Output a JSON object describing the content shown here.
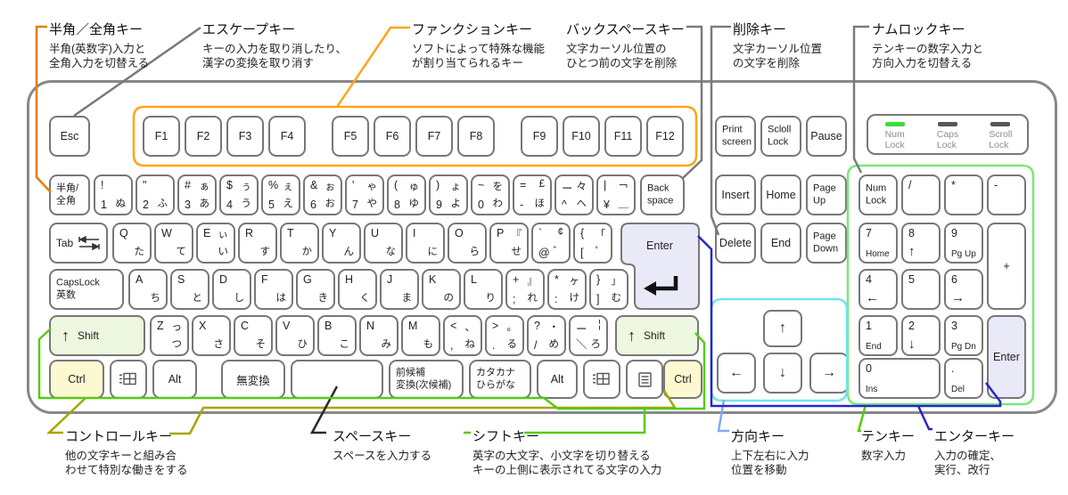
{
  "annotations": [
    {
      "id": "hankaku",
      "title": "半角／全角キー",
      "desc": [
        "半角(英数字)入力と",
        "全角入力を切替える"
      ],
      "color": "#e87d00"
    },
    {
      "id": "escape",
      "title": "エスケープキー",
      "desc": [
        "キーの入力を取り消したり、",
        "漢字の変換を取り消す"
      ],
      "color": "#7a7a7a"
    },
    {
      "id": "function",
      "title": "ファンクションキー",
      "desc": [
        "ソフトによって特殊な機能",
        "が割り当てられるキー"
      ],
      "color": "#ffa516"
    },
    {
      "id": "backspace",
      "title": "バックスペースキー",
      "desc": [
        "文字カーソル位置の",
        "ひとつ前の文字を削除"
      ],
      "color": "#7a7a7a"
    },
    {
      "id": "delete",
      "title": "削除キー",
      "desc": [
        "文字カーソル位置",
        "の文字を削除"
      ],
      "color": "#7a7a7a"
    },
    {
      "id": "numlock",
      "title": "ナムロックキー",
      "desc": [
        "テンキーの数字入力と",
        "方向入力を切替える"
      ],
      "color": "#7a7a7a"
    },
    {
      "id": "control",
      "title": "コントロールキー",
      "desc": [
        "他の文字キーと組み合",
        "わせて特別な働きをする"
      ],
      "color": "#a9a400"
    },
    {
      "id": "space",
      "title": "スペースキー",
      "desc": [
        "スペースを入力する"
      ],
      "color": "#2a2a2a"
    },
    {
      "id": "shift",
      "title": "シフトキー",
      "desc": [
        "英字の大文字、小文字を切り替える",
        "キーの上側に表示されてる文字の入力"
      ],
      "color": "#55cc11"
    },
    {
      "id": "direction",
      "title": "方向キー",
      "desc": [
        "上下左右に入力",
        "位置を移動"
      ],
      "color": "#82aaf5"
    },
    {
      "id": "tenkey",
      "title": "テンキー",
      "desc": [
        "数字入力"
      ],
      "color": "#55cc11"
    },
    {
      "id": "enter",
      "title": "エンターキー",
      "desc": [
        "入力の確定、",
        "実行、改行"
      ],
      "color": "#2626cc"
    }
  ],
  "indicators": {
    "on_color": "#3ddd3d",
    "off_color": "#565656",
    "items": [
      {
        "id": "num",
        "label": [
          "Num",
          "Lock"
        ],
        "on": true
      },
      {
        "id": "caps",
        "label": [
          "Caps",
          "Lock"
        ],
        "on": false
      },
      {
        "id": "scroll",
        "label": [
          "Scroll",
          "Lock"
        ],
        "on": false
      }
    ]
  },
  "outline_colors": {
    "function_group": "#ffa516",
    "numpad_group": "#77e87a",
    "arrow_group": "#6ee6ee",
    "keyboard_border": "#888888"
  },
  "enter_key": {
    "label": "Enter"
  },
  "keys": {
    "esc": {
      "c": "Esc"
    },
    "f1": {
      "c": "F1"
    },
    "f2": {
      "c": "F2"
    },
    "f3": {
      "c": "F3"
    },
    "f4": {
      "c": "F4"
    },
    "f5": {
      "c": "F5"
    },
    "f6": {
      "c": "F6"
    },
    "f7": {
      "c": "F7"
    },
    "f8": {
      "c": "F8"
    },
    "f9": {
      "c": "F9"
    },
    "f10": {
      "c": "F10"
    },
    "f11": {
      "c": "F11"
    },
    "f12": {
      "c": "F12"
    },
    "print": {
      "l": [
        "Print",
        "screen"
      ]
    },
    "scloll": {
      "l": [
        "Scloll",
        "Lock"
      ]
    },
    "pause": {
      "c": "Pause"
    },
    "hankaku": {
      "l": [
        "半角/",
        "全角"
      ]
    },
    "k1": {
      "tl": "!",
      "bl": "1",
      "br": "ぬ"
    },
    "k2": {
      "tl": "\"",
      "bl": "2",
      "br": "ふ"
    },
    "k3": {
      "tl": "#",
      "tr": "ぁ",
      "bl": "3",
      "br": "あ"
    },
    "k4": {
      "tl": "$",
      "tr": "ぅ",
      "bl": "4",
      "br": "う"
    },
    "k5": {
      "tl": "%",
      "tr": "ぇ",
      "bl": "5",
      "br": "え"
    },
    "k6": {
      "tl": "&",
      "tr": "ぉ",
      "bl": "6",
      "br": "お"
    },
    "k7": {
      "tl": "'",
      "tr": "ゃ",
      "bl": "7",
      "br": "や"
    },
    "k8": {
      "tl": "(",
      "tr": "ゅ",
      "bl": "8",
      "br": "ゆ"
    },
    "k9": {
      "tl": ")",
      "tr": "ょ",
      "bl": "9",
      "br": "よ"
    },
    "k0": {
      "tl": "~",
      "tr": "を",
      "bl": "0",
      "br": "わ"
    },
    "kminus": {
      "tl": "=",
      "tr": "£",
      "bl": "-",
      "br": "ほ"
    },
    "kcaret": {
      "tl": "ー",
      "tr": "々",
      "bl": "^",
      "br": "へ"
    },
    "kyen": {
      "tl": "|",
      "tr": "￢",
      "bl": "¥",
      "br": "＿"
    },
    "backspace": {
      "l": [
        "Back",
        "space"
      ]
    },
    "tab": {
      "c": "Tab",
      "icon": "tab"
    },
    "q": {
      "tl": "Q",
      "br": "た"
    },
    "w": {
      "tl": "W",
      "br": "て"
    },
    "e": {
      "tl": "E",
      "tr": "ぃ",
      "br": "い"
    },
    "r": {
      "tl": "R",
      "br": "す"
    },
    "t": {
      "tl": "T",
      "br": "か"
    },
    "y": {
      "tl": "Y",
      "br": "ん"
    },
    "u": {
      "tl": "U",
      "br": "な"
    },
    "i": {
      "tl": "I",
      "br": "に"
    },
    "o": {
      "tl": "O",
      "br": "ら"
    },
    "p": {
      "tl": "P",
      "tr": "『",
      "br": "せ"
    },
    "at": {
      "tl": "`",
      "tr": "¢",
      "bl": "@",
      "br": "゛"
    },
    "lbracket": {
      "tl": "{",
      "tr": "「",
      "bl": "[",
      "br": "゜"
    },
    "caps": {
      "l": [
        "CapsLock",
        "英数"
      ]
    },
    "a": {
      "tl": "A",
      "br": "ち"
    },
    "s": {
      "tl": "S",
      "br": "と"
    },
    "d": {
      "tl": "D",
      "br": "し"
    },
    "f": {
      "tl": "F",
      "br": "は"
    },
    "g": {
      "tl": "G",
      "br": "き"
    },
    "h": {
      "tl": "H",
      "br": "く"
    },
    "j": {
      "tl": "J",
      "br": "ま"
    },
    "k": {
      "tl": "K",
      "br": "の"
    },
    "l": {
      "tl": "L",
      "br": "り"
    },
    "semi": {
      "tl": "+",
      "tr": "』",
      "bl": ";",
      "br": "れ"
    },
    "colon": {
      "tl": "*",
      "tr": "ヶ",
      "bl": ":",
      "br": "け"
    },
    "rbracket": {
      "tl": "}",
      "tr": "」",
      "bl": "]",
      "br": "む"
    },
    "lshift": {
      "c": "Shift",
      "icon": "up"
    },
    "z": {
      "tl": "Z",
      "tr": "っ",
      "br": "つ"
    },
    "x": {
      "tl": "X",
      "br": "さ"
    },
    "c": {
      "tl": "C",
      "br": "そ"
    },
    "v": {
      "tl": "V",
      "br": "ひ"
    },
    "b": {
      "tl": "B",
      "br": "こ"
    },
    "n": {
      "tl": "N",
      "br": "み"
    },
    "m": {
      "tl": "M",
      "br": "も"
    },
    "comma": {
      "tl": "<",
      "tr": "、",
      "bl": ",",
      "br": "ね"
    },
    "period": {
      "tl": ">",
      "tr": "。",
      "bl": ".",
      "br": "る"
    },
    "slash": {
      "tl": "?",
      "tr": "・",
      "bl": "/",
      "br": "め"
    },
    "backslash": {
      "tl": "ー",
      "tr": "¦",
      "bl": "＼",
      "br": "ろ"
    },
    "rshift": {
      "c": "Shift",
      "icon": "up"
    },
    "lctrl": {
      "c": "Ctrl"
    },
    "lwin": {
      "icon": "win"
    },
    "lalt": {
      "c": "Alt"
    },
    "muhenkan": {
      "c": "無変換"
    },
    "spacekey": {},
    "henkan": {
      "l": [
        "前候補",
        "変換(次候補)"
      ]
    },
    "katakana": {
      "l": [
        "カタカナ",
        "ひらがな"
      ]
    },
    "ralt": {
      "c": "Alt"
    },
    "rwin": {
      "icon": "win"
    },
    "menu": {
      "icon": "menu"
    },
    "rctrl": {
      "c": "Ctrl"
    },
    "insert": {
      "c": "Insert"
    },
    "home": {
      "c": "Home"
    },
    "pageup": {
      "l": [
        "Page",
        "Up"
      ]
    },
    "del": {
      "c": "Delete"
    },
    "end": {
      "c": "End"
    },
    "pagedown": {
      "l": [
        "Page",
        "Down"
      ]
    },
    "numlock": {
      "l": [
        "Num",
        "Lock"
      ]
    },
    "npslash": {
      "tl": "/"
    },
    "npstar": {
      "tl": "*"
    },
    "npminus": {
      "tl": "-"
    },
    "np7": {
      "tl": "7",
      "bl": "Home"
    },
    "np8": {
      "tl": "8",
      "bl": "↑"
    },
    "np9": {
      "tl": "9",
      "bl": "Pg Up"
    },
    "npplus": {
      "c": "+"
    },
    "np4": {
      "tl": "4",
      "bl": "←"
    },
    "np5": {
      "tl": "5"
    },
    "np6": {
      "tl": "6",
      "bl": "→"
    },
    "np1": {
      "tl": "1",
      "bl": "End"
    },
    "np2": {
      "tl": "2",
      "bl": "↓"
    },
    "np3": {
      "tl": "3",
      "bl": "Pg Dn"
    },
    "npenter": {
      "c": "Enter"
    },
    "np0": {
      "tl": "0",
      "bl": "Ins"
    },
    "npdot": {
      "tl": ".",
      "bl": "Del"
    },
    "up": {
      "c": "↑",
      "big": true
    },
    "left": {
      "c": "←",
      "big": true
    },
    "down": {
      "c": "↓",
      "big": true
    },
    "right": {
      "c": "→",
      "big": true
    }
  }
}
